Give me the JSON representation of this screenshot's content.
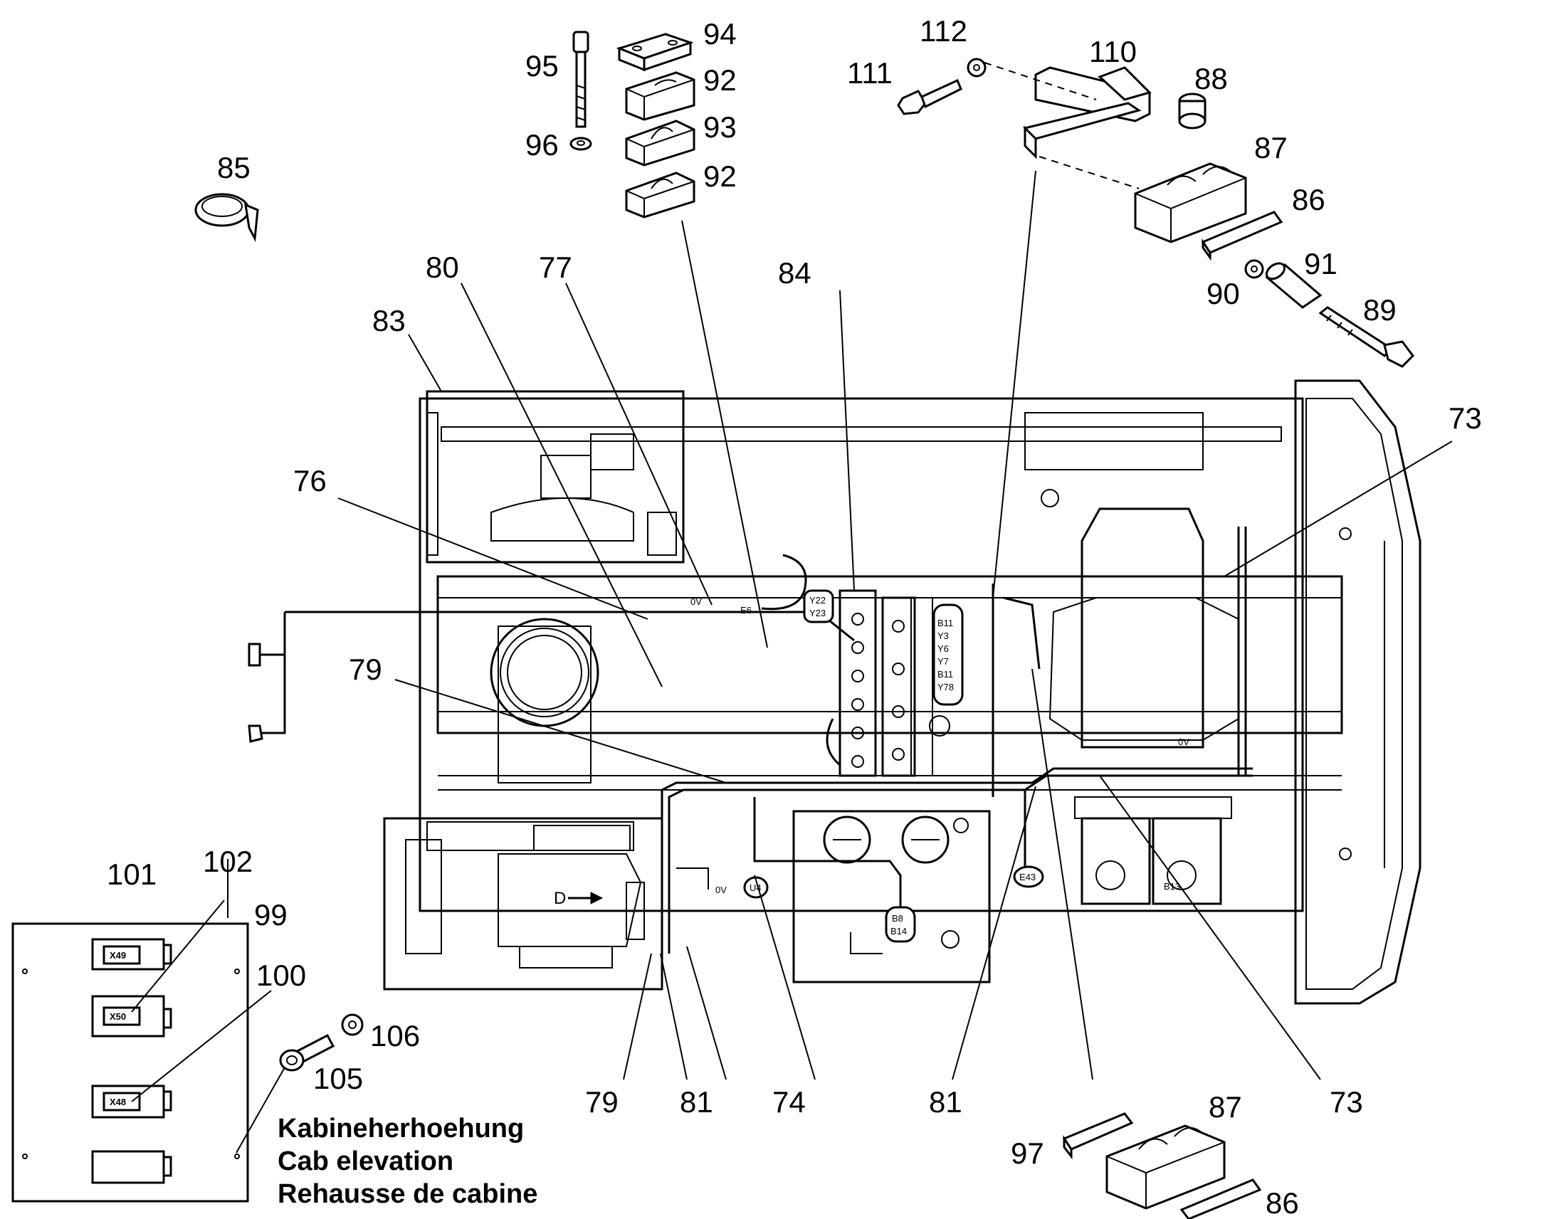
{
  "callouts": {
    "c73a": "73",
    "c73b": "73",
    "c74": "74",
    "c76": "76",
    "c77": "77",
    "c79a": "79",
    "c79b": "79",
    "c80": "80",
    "c81a": "81",
    "c81b": "81",
    "c83": "83",
    "c84": "84",
    "c85": "85",
    "c86a": "86",
    "c86b": "86",
    "c87a": "87",
    "c87b": "87",
    "c88": "88",
    "c89": "89",
    "c90": "90",
    "c91": "91",
    "c92a": "92",
    "c92b": "92",
    "c93": "93",
    "c94": "94",
    "c95": "95",
    "c96": "96",
    "c97": "97",
    "c99": "99",
    "c100": "100",
    "c101": "101",
    "c102": "102",
    "c105": "105",
    "c106": "106",
    "c110": "110",
    "c111": "111",
    "c112": "112"
  },
  "connectors": {
    "x49": "X49",
    "x50": "X50",
    "x48": "X48"
  },
  "component_tags": {
    "e6": "E6",
    "y22": "Y22",
    "y23": "Y23",
    "b11": "B11",
    "y3": "Y3",
    "y6": "Y6",
    "y7": "Y7",
    "b11b": "B11",
    "y78": "Y78",
    "b8": "B8",
    "b14": "B14",
    "u4": "U4",
    "e43": "E43",
    "b13": "B13",
    "ov1": "0V",
    "ov2": "0V",
    "ov3": "0V",
    "d": "D"
  },
  "caption": {
    "de": "Kabineherhoehung",
    "en": "Cab elevation",
    "fr": "Rehausse de cabine"
  }
}
